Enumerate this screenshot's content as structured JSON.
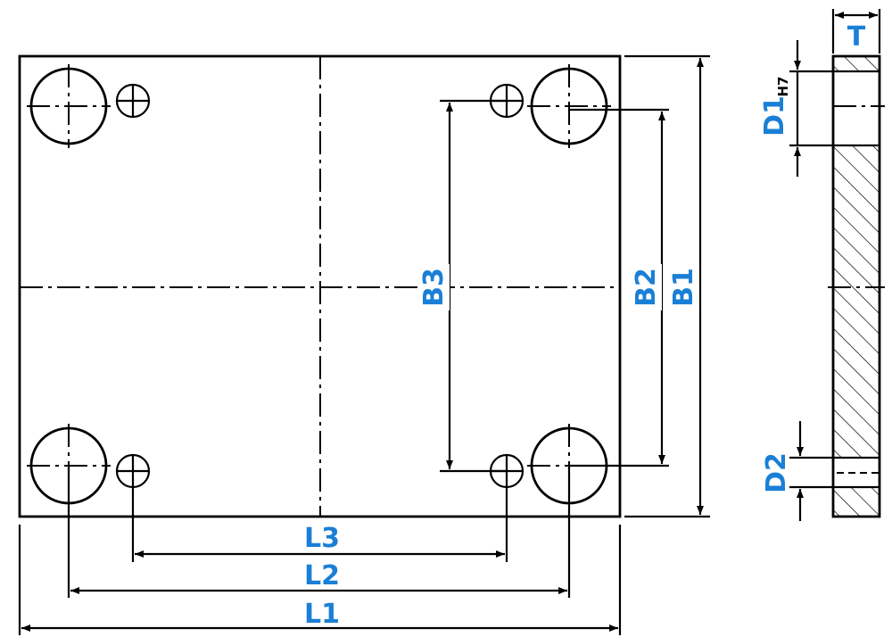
{
  "labels": {
    "L1": "L1",
    "L2": "L2",
    "L3": "L3",
    "B1": "B1",
    "B2": "B2",
    "B3": "B3",
    "T": "T",
    "D1": "D1",
    "D1_tolerance": "H7",
    "D2": "D2"
  },
  "colors": {
    "label": "#1a7fd6",
    "line": "#000000"
  }
}
